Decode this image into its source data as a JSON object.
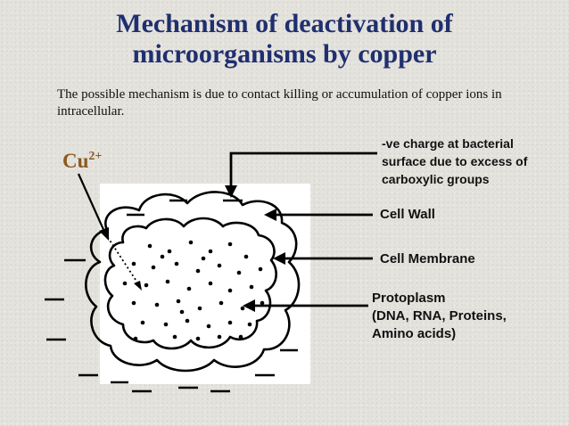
{
  "title": {
    "line1": "Mechanism of deactivation of",
    "line2": "microorganisms by copper"
  },
  "description": "The possible mechanism is due to contact killing or accumulation of copper ions in intracellular.",
  "ion_label": {
    "base": "Cu",
    "charge": "2+"
  },
  "labels": {
    "charge": [
      "-ve charge at bacterial",
      "surface due to excess  of",
      "carboxylic groups"
    ],
    "cell_wall": "Cell Wall",
    "cell_membrane": "Cell Membrane",
    "protoplasm": [
      "Protoplasm",
      "(DNA, RNA, Proteins,",
      "Amino acids)"
    ]
  },
  "colors": {
    "title": "#1f2f6f",
    "ion_label": "#8b5a1e",
    "background": "#e4e2dc"
  }
}
